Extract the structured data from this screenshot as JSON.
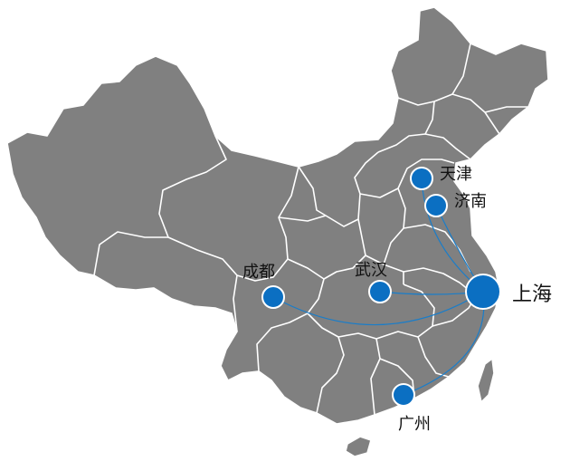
{
  "map": {
    "land_color": "#808080",
    "border_color": "#ffffff",
    "marker_color": "#0b6fc2",
    "route_color": "#1a7dc9",
    "hub": {
      "name": "上海"
    },
    "cities": [
      {
        "id": "tianjin",
        "name": "天津"
      },
      {
        "id": "jinan",
        "name": "济南"
      },
      {
        "id": "wuhan",
        "name": "武汉"
      },
      {
        "id": "chengdu",
        "name": "成都"
      },
      {
        "id": "guangzhou",
        "name": "广州"
      }
    ]
  }
}
